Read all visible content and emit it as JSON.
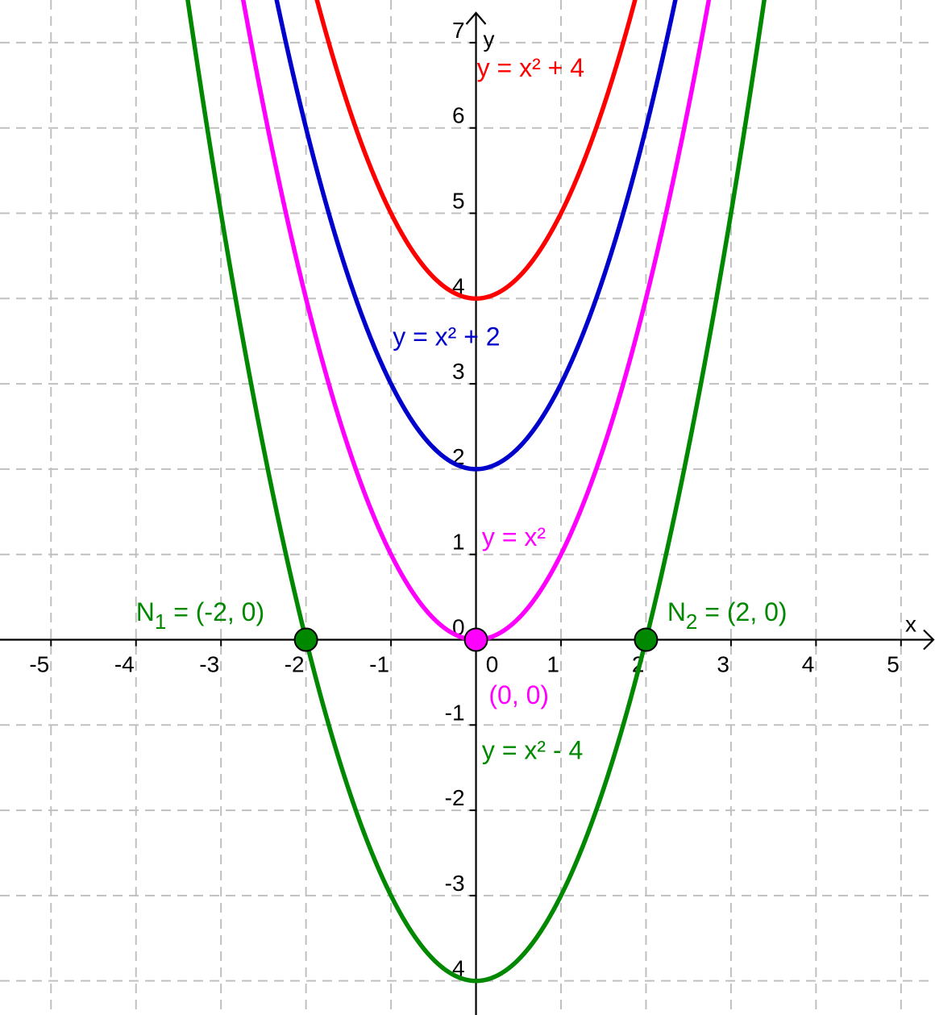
{
  "chart_data": {
    "type": "line",
    "xlabel": "x",
    "ylabel": "y",
    "xlim": [
      -5.6,
      5.4
    ],
    "ylim": [
      -4.4,
      7.5
    ],
    "grid": true,
    "x_ticks": [
      -5,
      -4,
      -3,
      -2,
      -1,
      0,
      1,
      2,
      3,
      4,
      5
    ],
    "y_ticks": [
      -4,
      -3,
      -2,
      -1,
      0,
      1,
      2,
      3,
      4,
      5,
      6,
      7
    ],
    "x_tick_labels": [
      "-5",
      "-4",
      "-3",
      "-2",
      "-1",
      "0",
      "1",
      "2",
      "3",
      "4",
      "5"
    ],
    "y_tick_labels": [
      "4",
      "-3",
      "-2",
      "-1",
      "0",
      "1",
      "2",
      "3",
      "4",
      "5",
      "6",
      "7"
    ],
    "series": [
      {
        "label": "y = x² + 4",
        "shift": 4,
        "color": "#ff0000"
      },
      {
        "label": "y = x² + 2",
        "shift": 2,
        "color": "#0000cc"
      },
      {
        "label": "y = x²",
        "shift": 0,
        "color": "#ff00ff"
      },
      {
        "label": "y = x² - 4",
        "shift": -4,
        "color": "#008800"
      }
    ],
    "points": [
      {
        "name": "N",
        "sub": "1",
        "value": " = (-2, 0)",
        "x": -2,
        "y": 0,
        "color": "#008800"
      },
      {
        "name": "N",
        "sub": "2",
        "value": " = (2, 0)",
        "x": 2,
        "y": 0,
        "color": "#008800"
      },
      {
        "name": "",
        "sub": "",
        "value": "(0, 0)",
        "x": 0,
        "y": 0,
        "color": "#ff00ff"
      }
    ]
  }
}
